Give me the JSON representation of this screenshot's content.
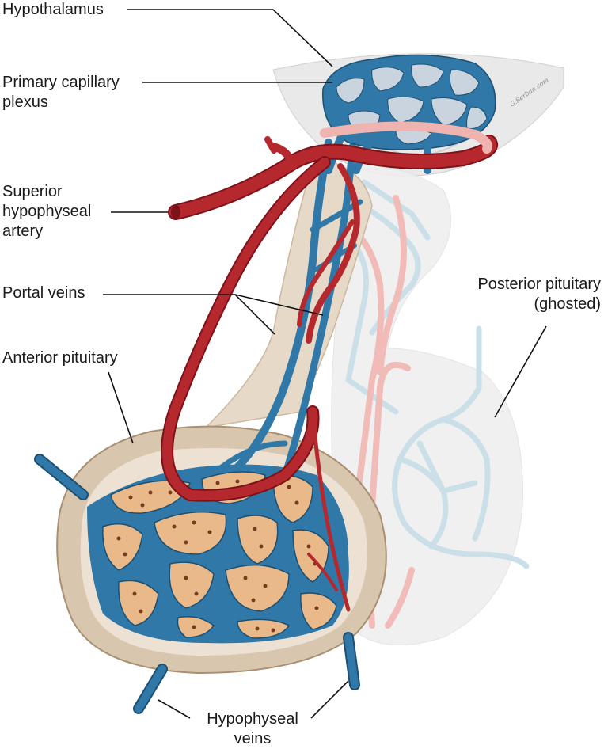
{
  "labels": {
    "hypothalamus": "Hypothalamus",
    "primary_plexus_line1": "Primary capillary",
    "primary_plexus_line2": "plexus",
    "sha_line1": "Superior",
    "sha_line2": "hypophyseal",
    "sha_line3": "artery",
    "portal_veins": "Portal veins",
    "anterior_pituitary": "Anterior pituitary",
    "posterior_line1": "Posterior pituitary",
    "posterior_line2": "(ghosted)",
    "hypo_veins_line1": "Hypophyseal",
    "hypo_veins_line2": "veins"
  },
  "artist_signature": "G.Serban.com",
  "colors": {
    "artery": "#b5282e",
    "artery_ghost": "#f0b4b0",
    "vein": "#2f78a8",
    "vein_ghost": "#c6dce6",
    "vein_outline": "#1d4f72",
    "tissue_bg": "#d8c7ae",
    "tissue_light": "#ece1d3",
    "cell_fill": "#e9b98a",
    "cell_nucleus": "#7a3a22",
    "ghost_tissue": "#ededed",
    "hypothalamus": "#e9e9e9",
    "leader_line": "#111111"
  }
}
